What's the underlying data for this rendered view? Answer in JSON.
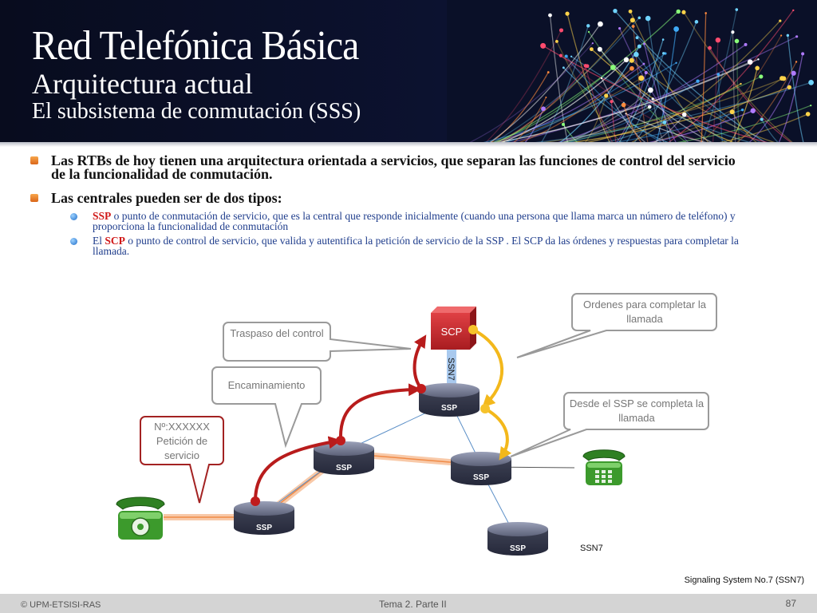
{
  "header": {
    "title": "Red Telefónica Básica",
    "subtitle1": "Arquitectura actual",
    "subtitle2": "El subsistema de conmutación (SSS)"
  },
  "bullets": [
    {
      "text": "Las RTBs de hoy tienen una arquitectura orientada a servicios, que separan las funciones de control del servicio de la funcionalidad de conmutación."
    },
    {
      "text": "Las centrales pueden ser de dos tipos:"
    }
  ],
  "sub_bullets": [
    {
      "term": "SSP",
      "text": " o punto de conmutación de servicio, que es la central que responde inicialmente (cuando una persona que llama marca un número de teléfono) y proporciona la funcionalidad de conmutación"
    },
    {
      "prefix": "El ",
      "term": "SCP",
      "text": " o punto de control de servicio, que valida y autentifica la petición de servicio de la SSP . El SCP da las órdenes y respuestas para completar la llamada."
    }
  ],
  "diagram": {
    "scp_label": "SCP",
    "ssn7_vertical": "SSN7",
    "ssn7_label": "SSN7",
    "ssp_label": "SSP",
    "callouts": {
      "traspaso": "Traspaso del control",
      "encaminamiento": "Encaminamiento",
      "peticion_line1": "Nº:XXXXXX",
      "peticion_line2": "Petición de servicio",
      "ordenes": "Ordenes para completar la llamada",
      "desde": "Desde el SSP se completa la llamada"
    },
    "colors": {
      "scp": "#c8262b",
      "ssp": "#4c5064",
      "red_arrow": "#b81c1c",
      "yellow_arrow": "#f3b81b",
      "phone": "#3c9a2c"
    }
  },
  "note": "Signaling System No.7 (SSN7)",
  "footer": {
    "left": "© UPM-ETSISI-RAS",
    "center": "Tema 2. Parte II",
    "page": "87"
  }
}
